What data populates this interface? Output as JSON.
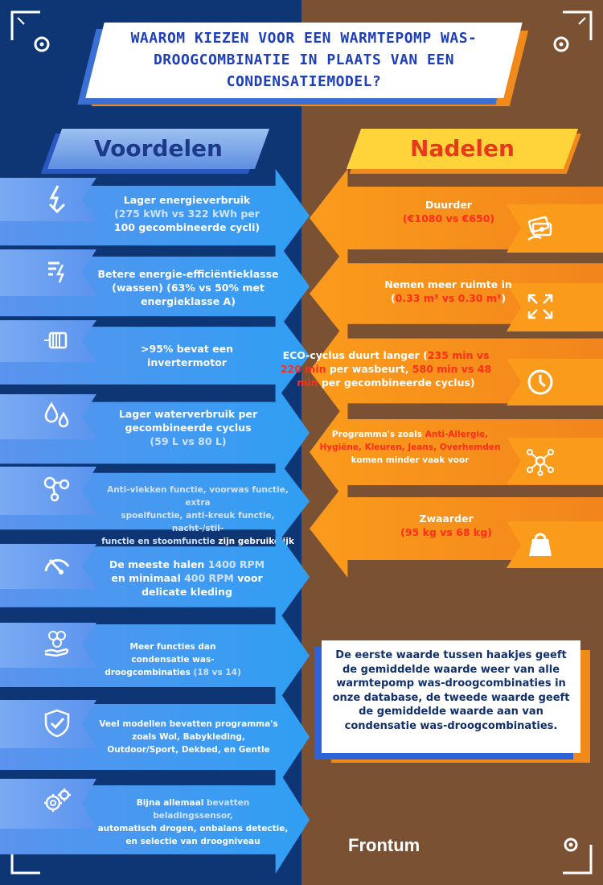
{
  "title": {
    "line1": "WAAROM KIEZEN VOOR EEN WARMTEPOMP WAS-",
    "line2": "DROOGCOMBINATIE IN PLAATS VAN EEN",
    "line3": "CONDENSATIEMODEL?"
  },
  "headers": {
    "voordelen": "Voordelen",
    "nadelen": "Nadelen"
  },
  "colors": {
    "left_bg": "#0f3674",
    "right_bg": "#7b5134",
    "blue_arrow": "#3c9af2",
    "orange_arrow": "#f7921c",
    "highlight_red": "#ff2d1a"
  },
  "voordelen": [
    {
      "icon": "lightning-down-icon",
      "t1": "Lager energieverbruik",
      "t2": "(275 kWh vs 322 kWh per",
      "t3": "100 gecombineerde cycli)"
    },
    {
      "icon": "energy-label-icon",
      "t1": "Betere energie-efficiëntieklasse",
      "t2": "(wassen) (63% vs 50% met",
      "t3": "energieklasse A)"
    },
    {
      "icon": "motor-icon",
      "t1": ">95% bevat een",
      "t2": "invertermotor"
    },
    {
      "icon": "water-drops-icon",
      "t1": "Lager waterverbruik per",
      "t2": "gecombineerde cyclus",
      "t3": "(59 L vs 80 L)"
    },
    {
      "icon": "function-nodes-icon",
      "t1": "Anti-vlekken functie, voorwas functie, extra",
      "t2": "spoelfunctie, anti-kreuk functie, nacht-/stil-",
      "t3a": "functie en stoomfunctie",
      "t3b": "zijn gebruikelijk"
    },
    {
      "icon": "speedometer-icon",
      "t1a": "De meeste halen",
      "t1b": "1400 RPM",
      "t2a": "en minimaal",
      "t2b": "400 RPM",
      "t2c": "voor",
      "t3": "delicate kleding"
    },
    {
      "icon": "hand-settings-icon",
      "t1": "Meer functies dan",
      "t2": "condensatie was-",
      "t3a": "droogcombinaties",
      "t3b": "(18 vs 14)"
    },
    {
      "icon": "shield-check-icon",
      "t1": "Veel modellen bevatten programma's",
      "t2": "zoals Wol, Babykleding,",
      "t3": "Outdoor/Sport, Dekbed, en Gentle"
    },
    {
      "icon": "gears-icon",
      "t1a": "Bijna allemaal",
      "t1b": "bevatten beladingssensor,",
      "t2": "automatisch drogen, onbalans detectie,",
      "t3": "en selectie van droogniveau"
    }
  ],
  "nadelen": [
    {
      "icon": "money-icon",
      "t1": "Duurder",
      "t2": "(€1080 vs €650)"
    },
    {
      "icon": "expand-arrows-icon",
      "t1": "Nemen meer ruimte in",
      "t2a": "(",
      "t2b": "0.33 m³ vs 0.30 m³",
      "t2c": ")"
    },
    {
      "icon": "clock-icon",
      "t1a": "ECO-cyclus duurt langer (",
      "t1b": "235 min vs",
      "t2a": "220 min",
      "t2b": "per wasbeurt,",
      "t2c": "580 min vs 48",
      "t3a": "min",
      "t3b": "per gecombineerde cyclus)"
    },
    {
      "icon": "molecule-icon",
      "t1a": "Programma's zoals",
      "t1b": "Anti-Allergie,",
      "t2": "Hygiëne, Kleuren, Jeans, Overhemden",
      "t3": "komen minder vaak voor"
    },
    {
      "icon": "weight-icon",
      "t1": "Zwaarder",
      "t2": "(95 kg vs 68 kg)"
    }
  ],
  "note": "De eerste waarde tussen haakjes geeft de gemiddelde waarde weer van alle warmtepomp was-droogcombinaties in onze database, de tweede waarde geeft de gemiddelde waarde aan van condensatie was-droogcombinaties.",
  "logo": "Frontum"
}
